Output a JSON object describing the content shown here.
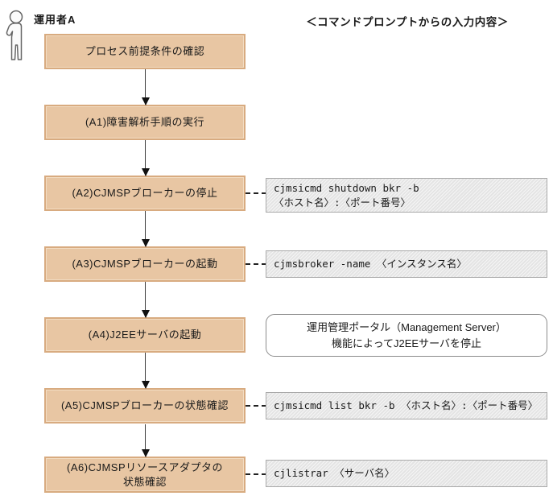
{
  "header": {
    "operator_label": "運用者A",
    "operator_icon": "person-icon",
    "right_title": "＜コマンドプロンプトからの入力内容＞"
  },
  "colors": {
    "step_fill": "#e8c6a3",
    "step_border": "#d8ab80",
    "command_fill": "#e9e9e9",
    "command_border": "#a9a9a9",
    "note_fill": "#ffffff"
  },
  "flow": {
    "steps": [
      {
        "id": "precondition",
        "label": "プロセス前提条件の確認"
      },
      {
        "id": "a1",
        "label": "(A1)障害解析手順の実行"
      },
      {
        "id": "a2",
        "label": "(A2)CJMSPブローカーの停止"
      },
      {
        "id": "a3",
        "label": "(A3)CJMSPブローカーの起動"
      },
      {
        "id": "a4",
        "label": "(A4)J2EEサーバの起動"
      },
      {
        "id": "a5",
        "label": "(A5)CJMSPブローカーの状態確認"
      },
      {
        "id": "a6",
        "label": "(A6)CJMSPリソースアダプタの\n状態確認"
      }
    ]
  },
  "notes": {
    "a2_command": "cjmsicmd shutdown bkr -b\n〈ホスト名〉:〈ポート番号〉",
    "a3_command": "cjmsbroker -name 〈インスタンス名〉",
    "a4_note": "運用管理ポータル（Management Server）\n機能によってJ2EEサーバを停止",
    "a5_command": "cjmsicmd list bkr -b 〈ホスト名〉:〈ポート番号〉",
    "a6_command": "cjlistrar 〈サーバ名〉"
  }
}
